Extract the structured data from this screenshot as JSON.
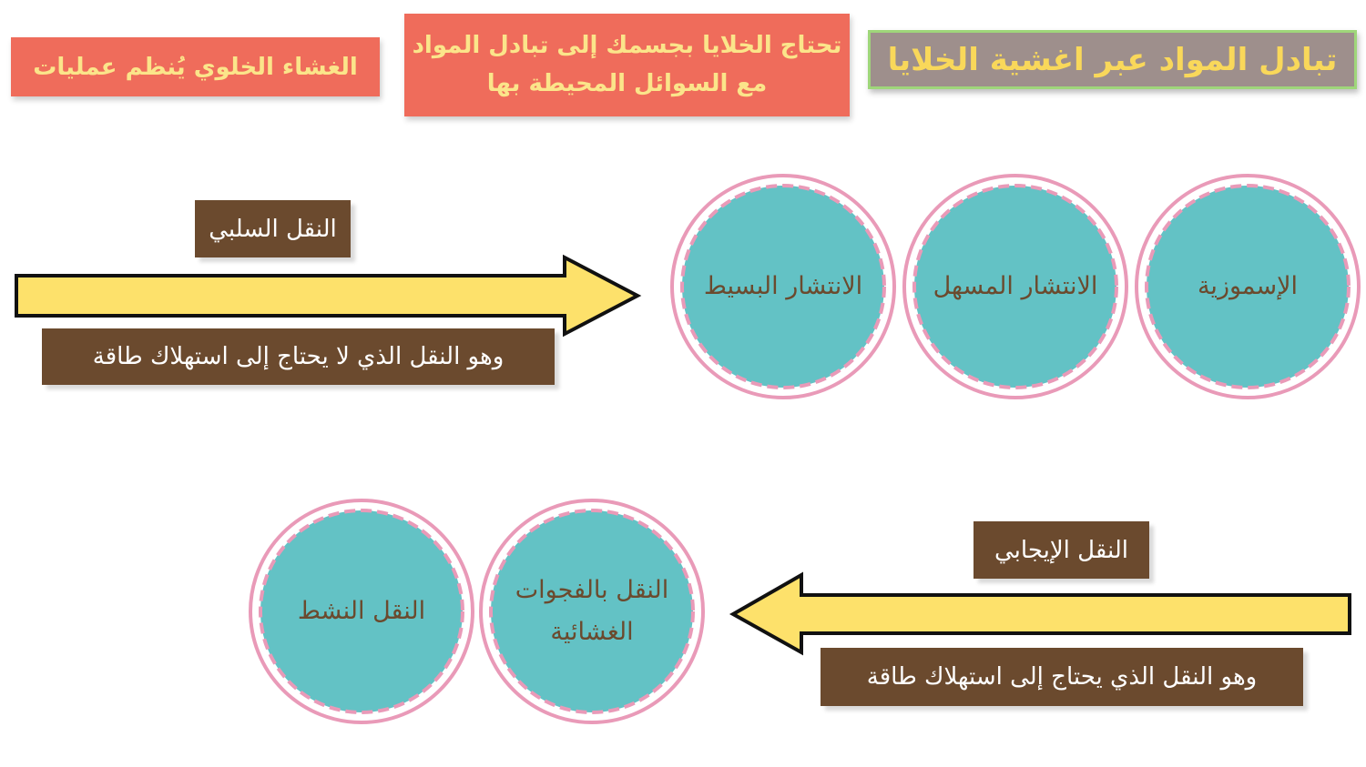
{
  "titles": {
    "main": "تبادل المواد عبر اغشية الخلايا",
    "middle": "تحتاج الخلايا بجسمك إلى تبادل المواد مع السوائل المحيطة بها",
    "left": "الغشاء الخلوي يُنظم عمليات"
  },
  "passive": {
    "label": "النقل السلبي",
    "description": "وهو النقل الذي لا يحتاج إلى استهلاك طاقة",
    "types": [
      "الإسموزية",
      "الانتشار المسهل",
      "الانتشار البسيط"
    ]
  },
  "active": {
    "label": "النقل الإيجابي",
    "description": "وهو النقل الذي يحتاج إلى استهلاك طاقة",
    "types": [
      "النقل بالفجوات الغشائية",
      "النقل النشط"
    ]
  },
  "colors": {
    "teal": "#63c2c5",
    "pink": "#e99ab8",
    "brown": "#6b4a2e",
    "arrow": "#fde16b",
    "coral": "#ef6c5b"
  }
}
